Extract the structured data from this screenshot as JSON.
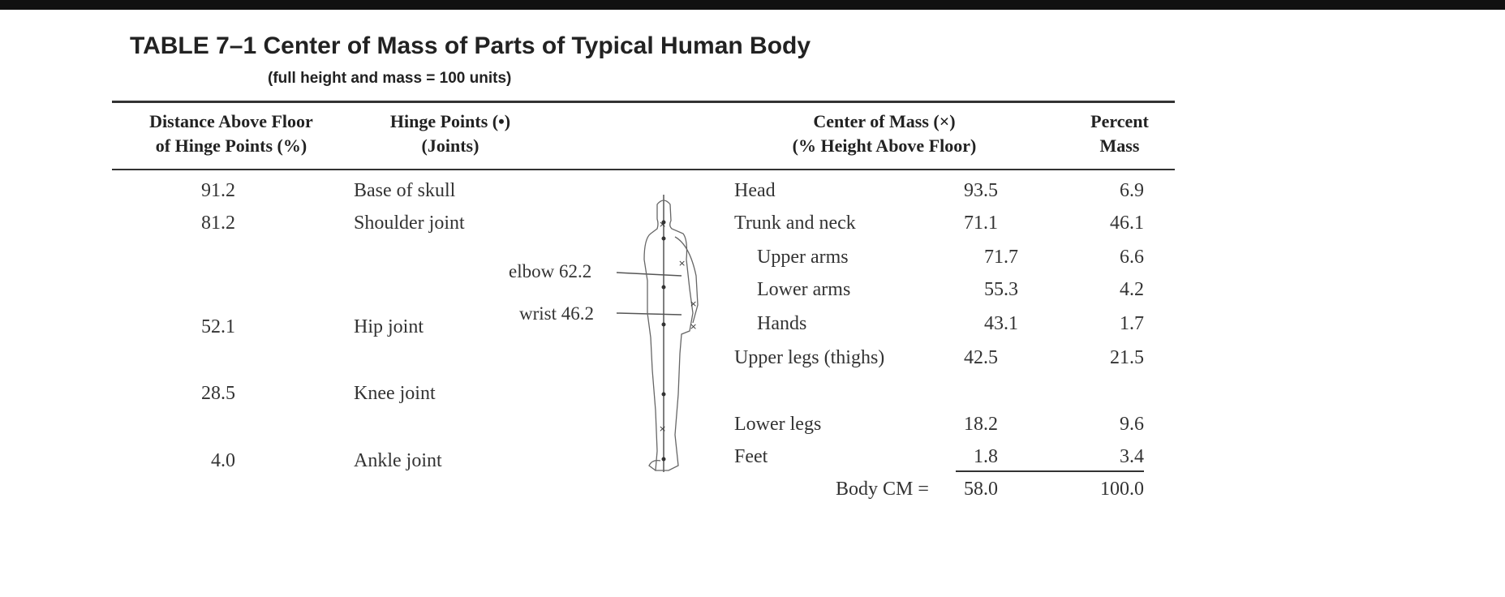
{
  "table": {
    "title": "TABLE 7–1 Center of Mass of Parts of Typical Human Body",
    "subtitle": "(full height and mass = 100 units)",
    "headers": {
      "distance_line1": "Distance Above Floor",
      "distance_line2": "of Hinge Points (%)",
      "hinge_line1": "Hinge Points (•)",
      "hinge_line2": "(Joints)",
      "com_line1": "Center of Mass (×)",
      "com_line2": "(% Height Above Floor)",
      "percent_line1": "Percent",
      "percent_line2": "Mass"
    },
    "hinge_rows": [
      {
        "distance": "91.2",
        "joint": "Base of skull"
      },
      {
        "distance": "81.2",
        "joint": "Shoulder joint"
      },
      {
        "distance": "52.1",
        "joint": "Hip joint"
      },
      {
        "distance": "28.5",
        "joint": "Knee joint"
      },
      {
        "distance": "4.0",
        "joint": "Ankle joint"
      }
    ],
    "figure_labels": {
      "elbow": "elbow 62.2",
      "wrist": "wrist 46.2"
    },
    "mass_rows": [
      {
        "part": "Head",
        "height": "93.5",
        "percent": "6.9"
      },
      {
        "part": "Trunk and neck",
        "height": "71.1",
        "percent": "46.1"
      },
      {
        "part": "Upper arms",
        "height": "71.7",
        "percent": "6.6"
      },
      {
        "part": "Lower arms",
        "height": "55.3",
        "percent": "4.2"
      },
      {
        "part": "Hands",
        "height": "43.1",
        "percent": "1.7"
      },
      {
        "part": "Upper legs (thighs)",
        "height": "42.5",
        "percent": "21.5"
      },
      {
        "part": "Lower legs",
        "height": "18.2",
        "percent": "9.6"
      },
      {
        "part": "Feet",
        "height": "1.8",
        "percent": "3.4"
      }
    ],
    "total": {
      "label": "Body CM =",
      "height": "58.0",
      "percent": "100.0"
    }
  }
}
